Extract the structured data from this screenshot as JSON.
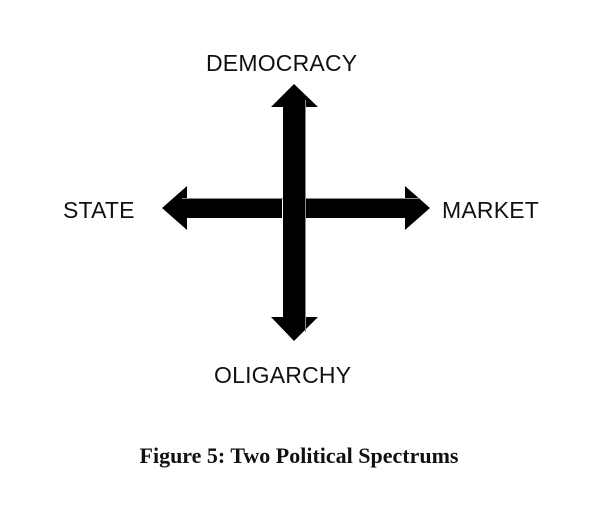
{
  "diagram": {
    "labels": {
      "top": "DEMOCRACY",
      "left": "STATE",
      "right": "MARKET",
      "bottom": "OLIGARCHY"
    },
    "arrow_color": "#000000",
    "arrow_highlight": "#8a8a8a"
  },
  "caption": "Figure 5: Two Political Spectrums"
}
